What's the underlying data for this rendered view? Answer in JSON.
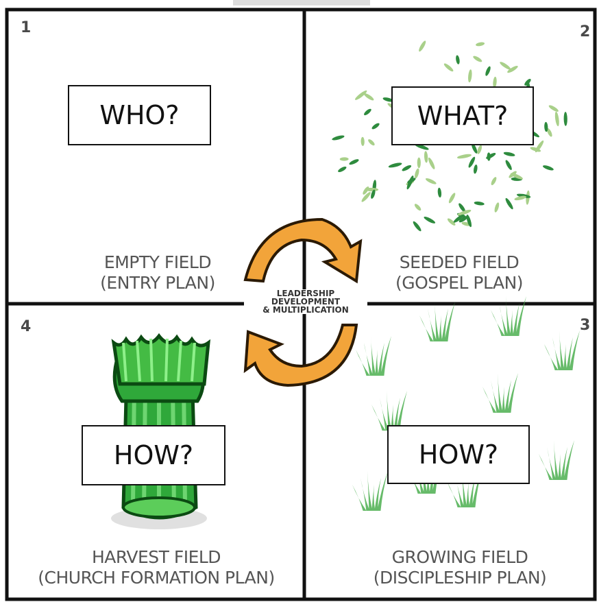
{
  "quadrants": [
    {
      "number": "1",
      "title": "EMPTY FIELD",
      "subtitle": "(ENTRY PLAN)",
      "question": "WHO?"
    },
    {
      "number": "2",
      "title": "SEEDED FIELD",
      "subtitle": "(GOSPEL PLAN)",
      "question": "WHAT?"
    },
    {
      "number": "3",
      "title": "GROWING FIELD",
      "subtitle": "(DISCIPLESHIP PLAN)",
      "question": "HOW?"
    },
    {
      "number": "4",
      "title": "HARVEST FIELD",
      "subtitle": "(CHURCH FORMATION PLAN)",
      "question": "HOW?"
    }
  ],
  "center": {
    "line1": "LEADERSHIP",
    "line2": "DEVELOPMENT",
    "line3": "& MULTIPLICATION"
  },
  "colors": {
    "arrow": "#f2a43a",
    "arrow_dark": "#c97a16",
    "seed_dark": "#2e8b3e",
    "seed_light": "#a9d08a",
    "grass": "#4caf50",
    "harvest": "#2fa83a"
  },
  "icons": [
    "cycle-arrow-icon",
    "seeds-icon",
    "grass-icon",
    "wheat-sheaf-icon"
  ]
}
